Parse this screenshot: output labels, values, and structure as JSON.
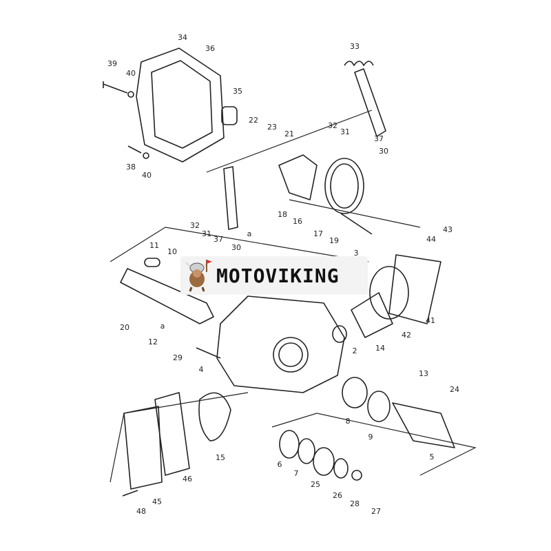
{
  "brand": {
    "name": "MOTOVIKING"
  },
  "parts": {
    "labels": [
      "34",
      "36",
      "39",
      "40",
      "35",
      "38",
      "40",
      "33",
      "32",
      "31",
      "37",
      "30",
      "22",
      "23",
      "21",
      "18",
      "16",
      "17",
      "19",
      "3",
      "32",
      "31",
      "37",
      "30",
      "a",
      "11",
      "10",
      "20",
      "12",
      "a",
      "29",
      "4",
      "2",
      "44",
      "43",
      "41",
      "42",
      "14",
      "13",
      "24",
      "8",
      "9",
      "5",
      "6",
      "7",
      "25",
      "26",
      "28",
      "27",
      "15",
      "46",
      "45",
      "48"
    ]
  }
}
